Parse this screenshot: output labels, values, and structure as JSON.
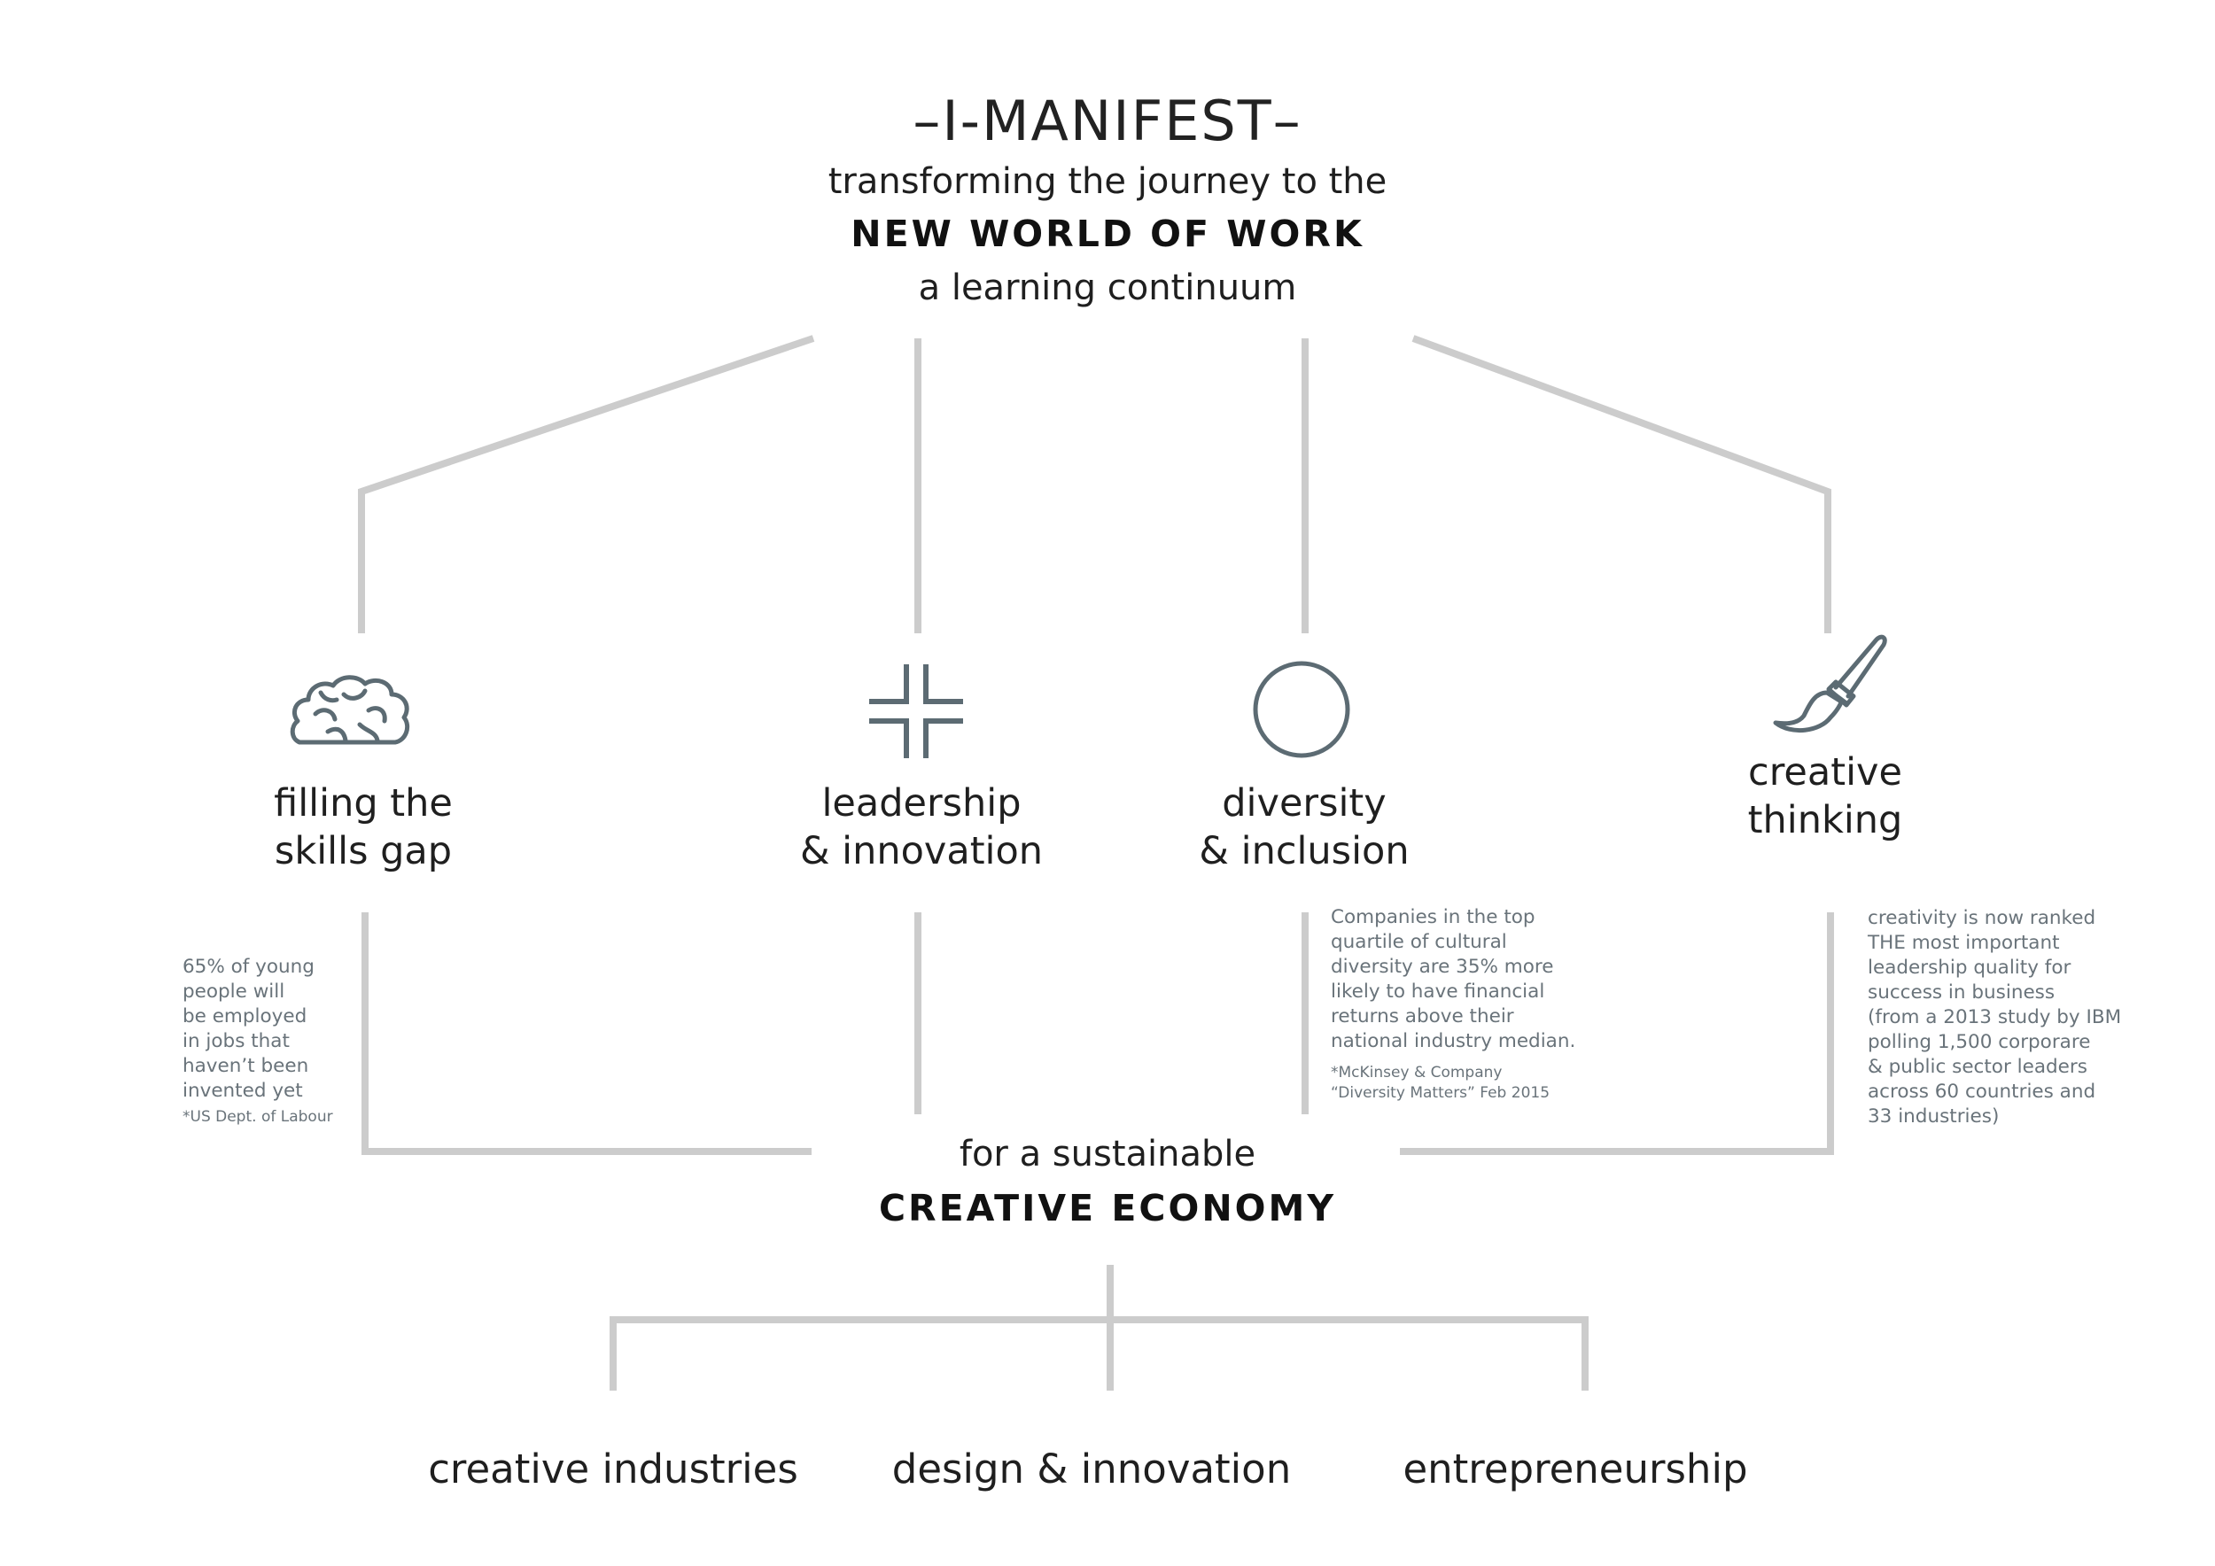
{
  "header": {
    "title": "–I-MANIFEST–",
    "line1": "transforming the journey to the",
    "line2": "NEW WORLD OF WORK",
    "line3": "a learning continuum"
  },
  "pillars": [
    {
      "label": "filling the\nskills gap",
      "icon": "brain-icon"
    },
    {
      "label": "leadership\n& innovation",
      "icon": "cross-brackets-icon"
    },
    {
      "label": "diversity\n& inclusion",
      "icon": "circle-icon"
    },
    {
      "label": "creative\nthinking",
      "icon": "paintbrush-icon"
    }
  ],
  "notes": {
    "skills": {
      "text": "65% of young\npeople will\nbe employed\nin jobs that\nhaven’t been\ninvented yet",
      "cite": "*US Dept. of Labour"
    },
    "diversity": {
      "text": "Companies in the top\nquartile of cultural\ndiversity are 35% more\nlikely to have financial\nreturns above their\nnational industry median.",
      "cite": "*McKinsey & Company\n“Diversity Matters” Feb 2015"
    },
    "creative": {
      "text": "creativity is now ranked\nTHE most important\nleadership quality for\nsuccess in business\n(from a 2013 study by IBM\npolling 1,500 corporare\n& public sector leaders\nacross 60 countries and\n33 industries)"
    }
  },
  "economy": {
    "line1": "for a sustainable",
    "line2": "CREATIVE ECONOMY"
  },
  "outcomes": [
    "creative industries",
    "design & innovation",
    "entrepreneurship"
  ],
  "colors": {
    "connector": "#cccccc",
    "icon": "#5c6b73",
    "note": "#69737a"
  }
}
